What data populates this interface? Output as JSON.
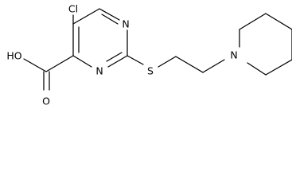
{
  "molecule": {
    "atom_labels": {
      "cl": "Cl",
      "n_top": "N",
      "n_bottom": "N",
      "s": "S",
      "n_piperidine": "N",
      "hydroxyl": "HO",
      "carbonyl_o": "O"
    },
    "line_color": "#000000",
    "background_color": "#ffffff"
  }
}
